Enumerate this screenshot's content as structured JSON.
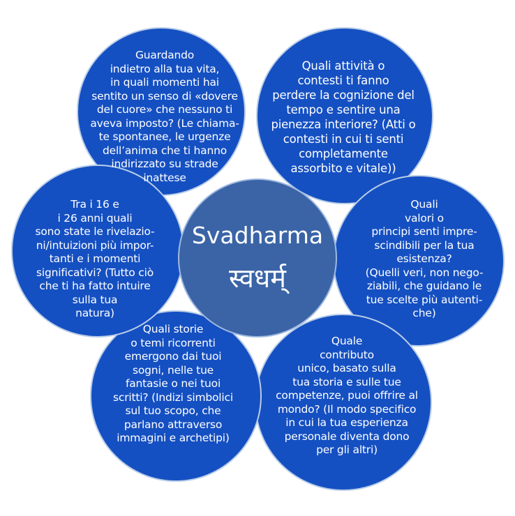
{
  "center": {
    "title": "Svadharma",
    "sanskrit": "स्वधर्म्"
  },
  "colors": {
    "outer": "#1550c2",
    "center": "#3a64a6",
    "stroke": "#b9cde8"
  },
  "petals": [
    {
      "id": "top-left",
      "lines": [
        "Guardando",
        "indietro alla tua vita,",
        "in quali momenti hai",
        "sentito un senso di «dovere",
        "del cuore» che nessuno ti",
        "aveva imposto? (Le chiama-",
        "te spontanee, le urgenze",
        "dell’anima che ti hanno",
        "indirizzato su strade",
        "inattese"
      ]
    },
    {
      "id": "top-right",
      "lines": [
        "Quali attività o",
        "contesti ti fanno",
        "perdere la cognizione del",
        "tempo e sentire una",
        "pienezza interiore? (Atti o",
        "contesti in cui ti senti",
        "completamente",
        "assorbito e vitale))"
      ]
    },
    {
      "id": "right",
      "lines": [
        "Quali",
        "valori o",
        "principi senti impre-",
        "scindibili per la tua",
        "esistenza?",
        "(Quelli veri, non nego-",
        "ziabili, che guidano le",
        "tue scelte più autenti-",
        "che)"
      ]
    },
    {
      "id": "bottom-right",
      "lines": [
        "Quale",
        "contributo",
        "unico, basato sulla",
        "tua storia e sulle tue",
        "competenze, puoi offrire al",
        "mondo? (Il modo specifico",
        "in cui la tua esperienza",
        "personale diventa dono",
        "per gli altri)"
      ]
    },
    {
      "id": "bottom-left",
      "lines": [
        "Quali storie",
        "o temi ricorrenti",
        "emergono dai tuoi",
        "sogni, nelle tue",
        "fantasie o nei tuoi",
        "scritti? (Indizi simbolici",
        "sul tuo scopo, che",
        "parlano attraverso",
        "immagini e archetipi)"
      ]
    },
    {
      "id": "left",
      "lines": [
        "Tra i 16 e",
        "i 26 anni quali",
        "sono state le rivelazio-",
        "ni/intuizioni più impor-",
        "tanti e i momenti",
        "significativi? (Tutto ciò",
        "che ti ha fatto intuire",
        "sulla tua",
        "natura)"
      ]
    }
  ]
}
